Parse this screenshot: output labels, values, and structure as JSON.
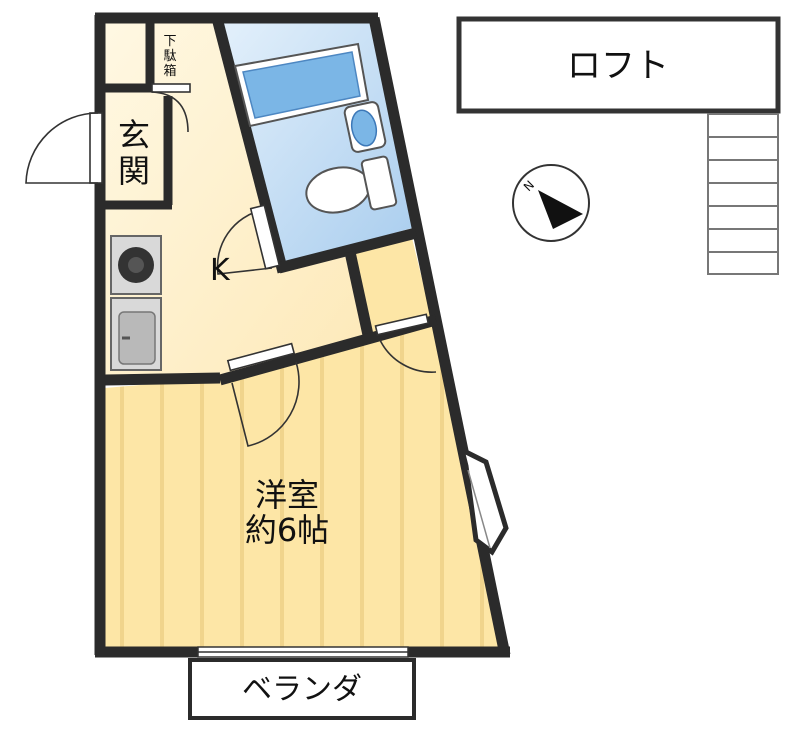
{
  "labels": {
    "loft": "ロフト",
    "entrance_line1": "玄",
    "entrance_line2": "関",
    "shoe_box_line1": "下",
    "shoe_box_line2": "駄",
    "shoe_box_line3": "箱",
    "kitchen": "K",
    "western_room_line1": "洋室",
    "western_room_line2": "約6帖",
    "balcony": "ベランダ",
    "compass_north": "N"
  },
  "colors": {
    "wall": "#2b2b2b",
    "floor_room": "#fde7a7",
    "floor_room_stripe": "#f2d58a",
    "floor_kitchen": "#fdf2d2",
    "bath_blue": "#bfdaf3",
    "tub_blue": "#7bb6e6",
    "loft_border": "#333333",
    "door_arc": "#333333"
  },
  "icons": {
    "compass": "compass-icon",
    "stove": "stove-icon",
    "sink": "sink-icon",
    "bathtub": "bathtub-icon",
    "washbasin": "washbasin-icon",
    "toilet": "toilet-icon",
    "stairs": "stairs-icon"
  }
}
